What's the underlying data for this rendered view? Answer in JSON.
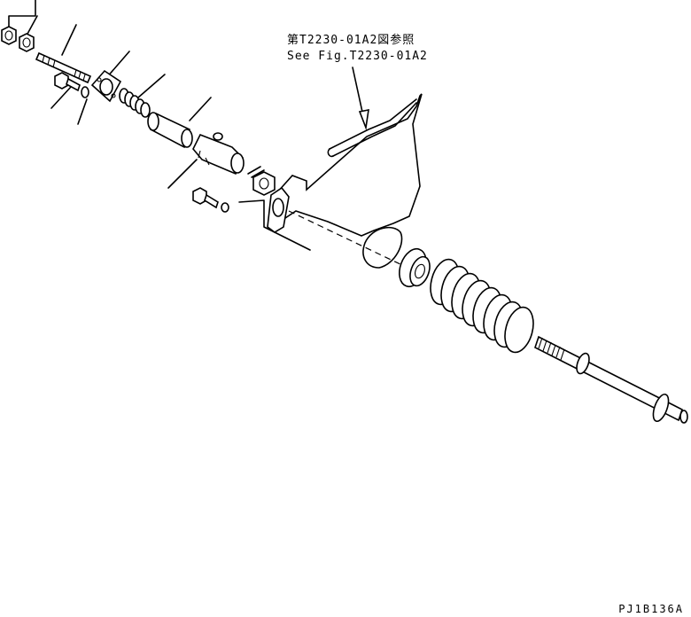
{
  "reference": {
    "line1": "第T2230-01A2図参照",
    "line2": "See Fig.T2230-01A2"
  },
  "drawing_code": "PJ1B136A"
}
